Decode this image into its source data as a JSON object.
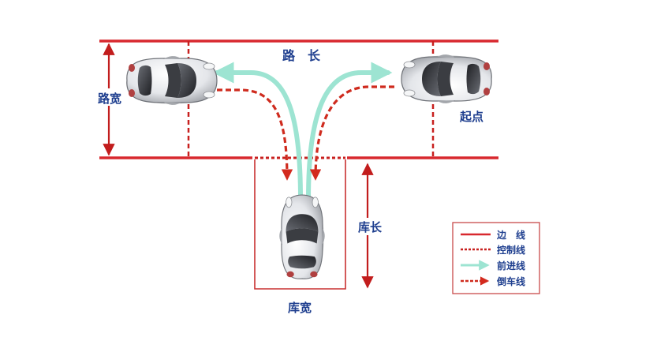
{
  "labels": {
    "road_length": "路　长",
    "road_width": "路宽",
    "start_point": "起点",
    "garage_length": "库长",
    "garage_width": "库宽"
  },
  "legend": {
    "edge_line": "边　线",
    "control_line": "控制线",
    "forward_line": "前进线",
    "reverse_line": "倒车线"
  },
  "colors": {
    "edge": "#d8282e",
    "control": "#c8201f",
    "forward": "#9de4d2",
    "reverse": "#cf2b1e",
    "label": "#1f3f8f",
    "arrow": "#c21d1d"
  }
}
